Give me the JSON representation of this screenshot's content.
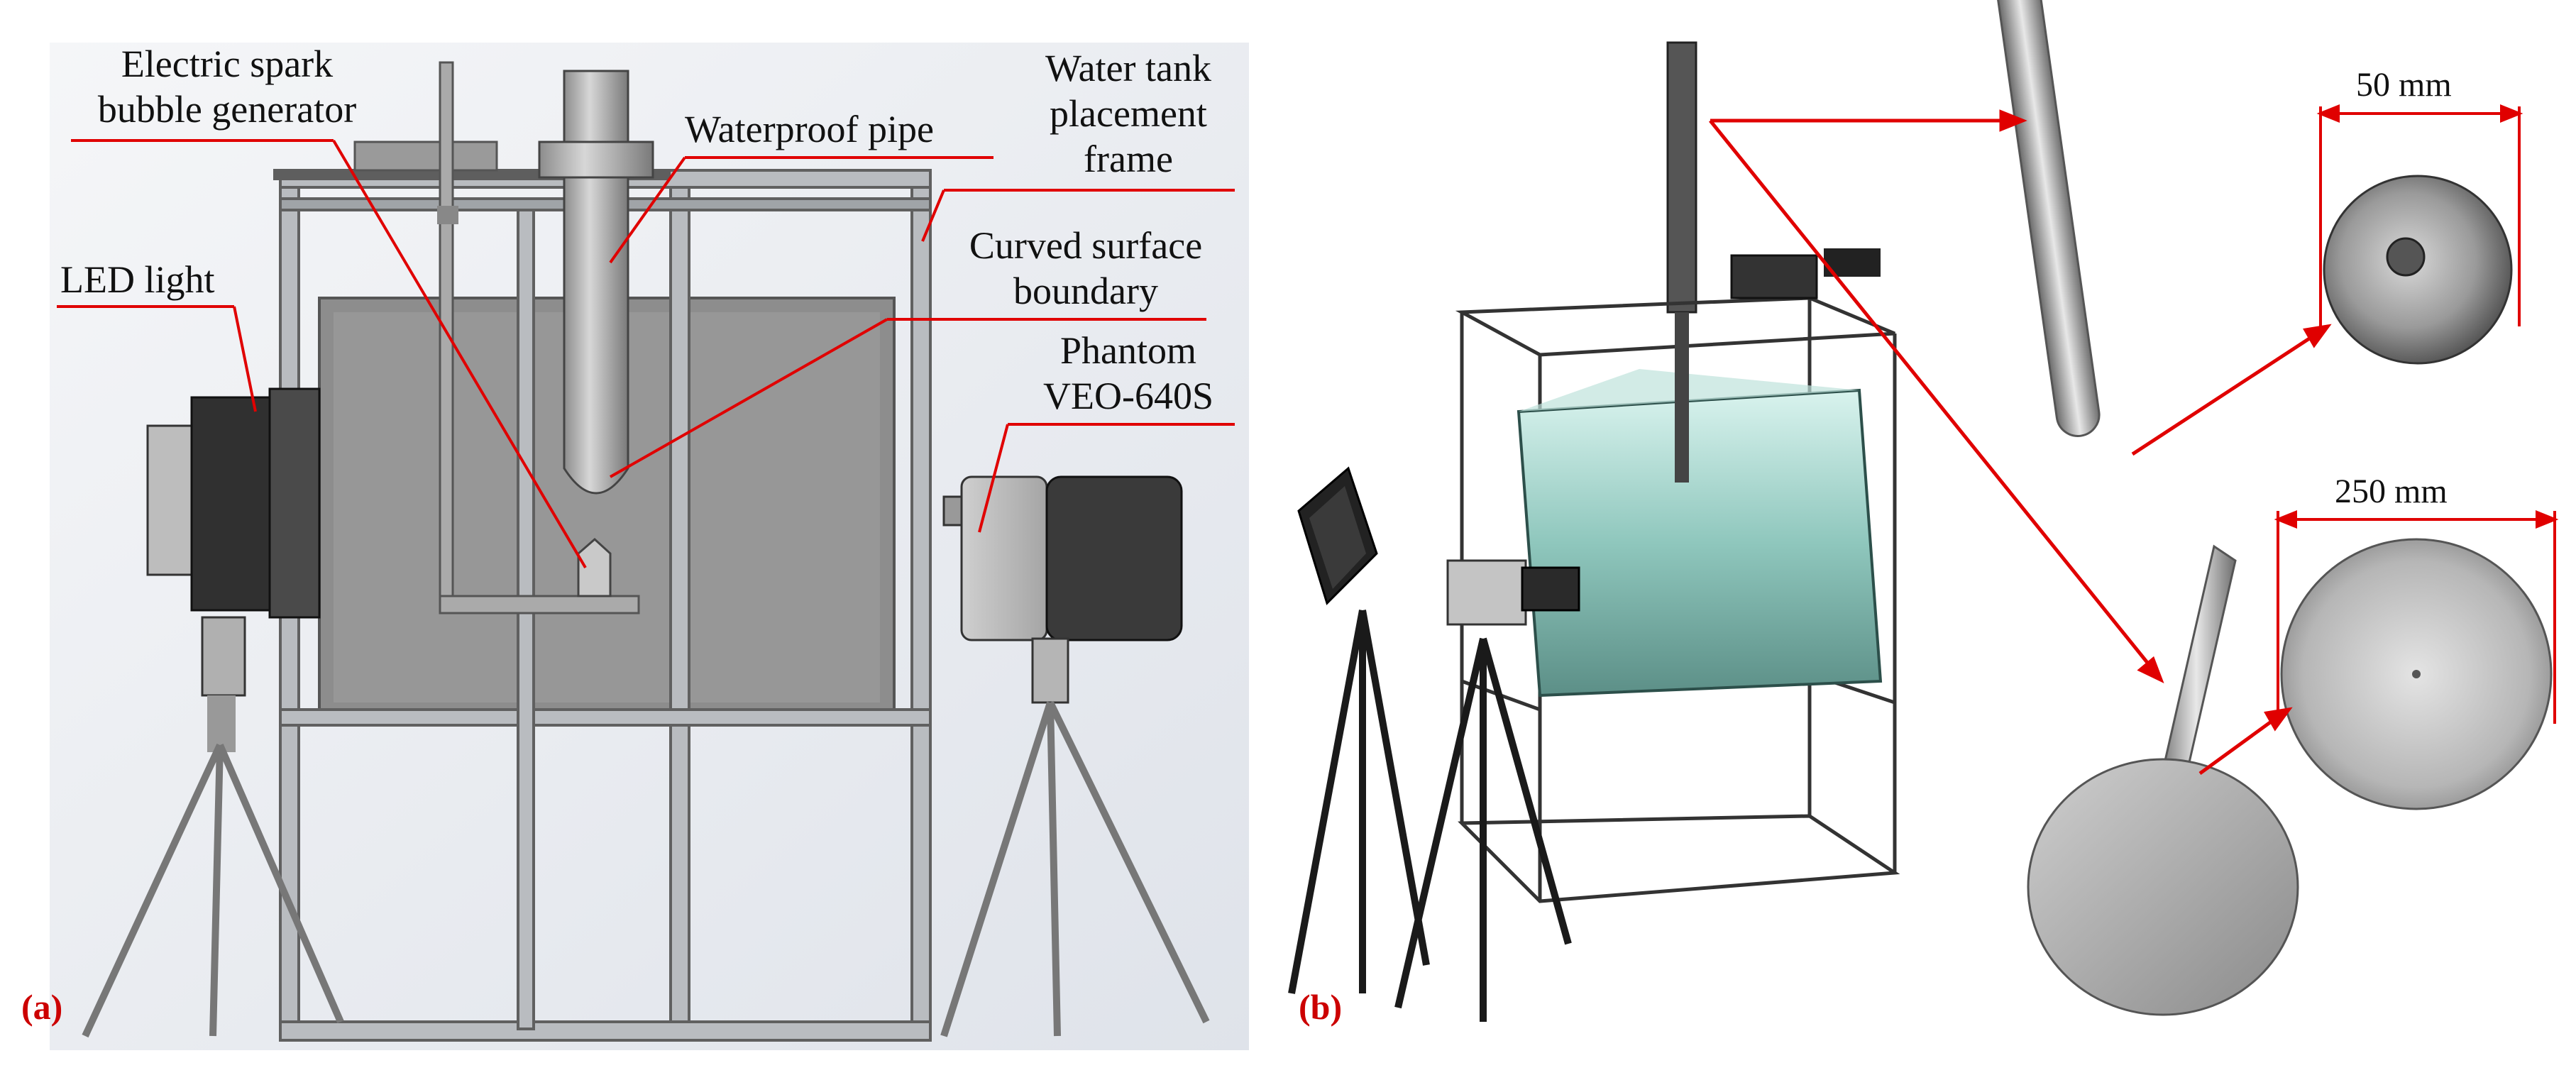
{
  "panel_a": {
    "tag": "(a)",
    "labels": {
      "spark_line1": "Electric spark",
      "spark_line2": "bubble generator",
      "pipe": "Waterproof pipe",
      "frame_line1": "Water tank",
      "frame_line2": "placement",
      "frame_line3": "frame",
      "led": "LED light",
      "curved_line1": "Curved surface",
      "curved_line2": "boundary",
      "camera_line1": "Phantom",
      "camera_line2": "VEO-640S"
    }
  },
  "panel_b": {
    "tag": "(b)",
    "dim_small": "50 mm",
    "dim_large": "250 mm"
  },
  "colors": {
    "leader": "#e00000",
    "frame": "#9aa0a6",
    "tank_glass": "#8a8a8a",
    "metal": "#b8bcc0"
  }
}
